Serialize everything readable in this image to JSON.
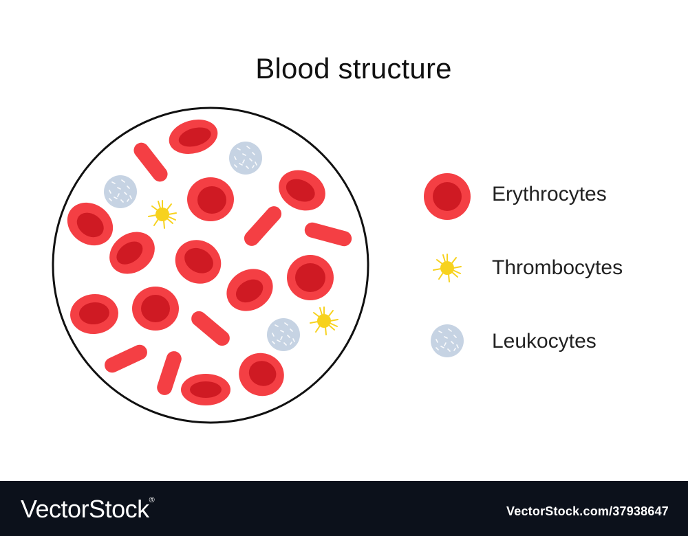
{
  "title": "Blood structure",
  "legend": {
    "erythrocytes": "Erythrocytes",
    "thrombocytes": "Thrombocytes",
    "leukocytes": "Leukocytes"
  },
  "colors": {
    "erythrocyte_outer": "#f43f44",
    "erythrocyte_inner": "#cf1a23",
    "thrombocyte": "#f7d21e",
    "leukocyte": "#c6d3e3",
    "leukocyte_dots": "#ffffff",
    "outline": "#111111",
    "footer_bg": "#0c111b"
  },
  "footer": {
    "brand": "VectorStock",
    "trademark": "®",
    "image_id": "VectorStock.com/37938647"
  }
}
